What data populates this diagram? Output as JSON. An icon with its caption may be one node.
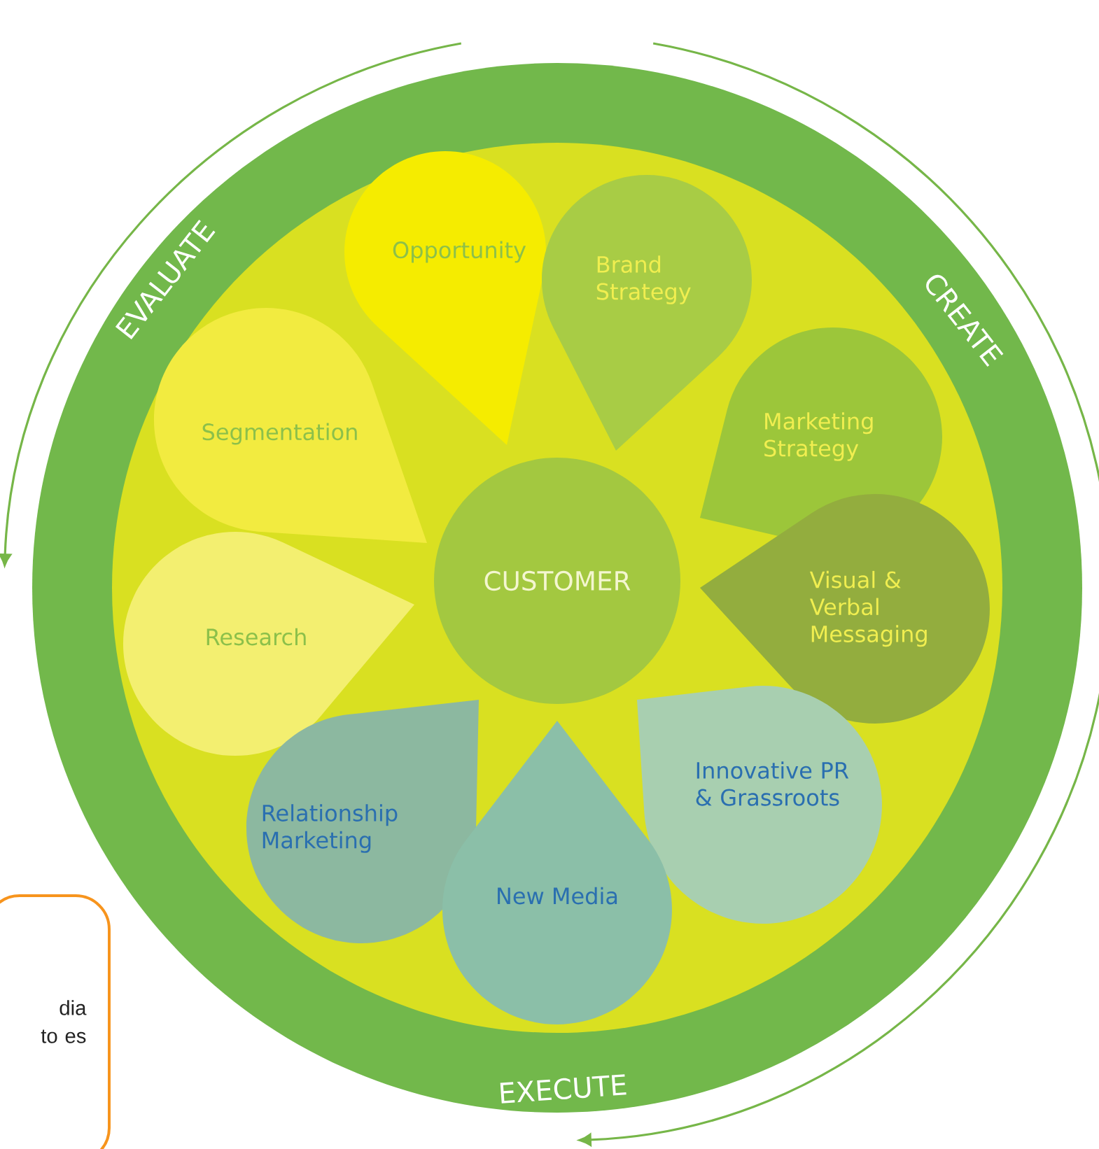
{
  "diagram": {
    "nodes": [
      {
        "text": [
          "Opportunity"
        ]
      },
      {
        "text": [
          "Brand Strategy"
        ]
      },
      {
        "text": [
          "Segmentation"
        ]
      },
      {
        "text": [
          "Marketing Strategy"
        ]
      },
      {
        "text": [
          "CUSTOMER"
        ]
      },
      {
        "text": [
          "Visual & Verbal Messaging"
        ]
      },
      {
        "text": [
          "Research"
        ]
      },
      {
        "text": [
          "Relationship Marketing"
        ]
      },
      {
        "text": [
          "Innovative PR & Grassroots"
        ]
      },
      {
        "text": [
          "New Media"
        ]
      },
      {
        "text": [
          "dia to es"
        ]
      }
    ],
    "labels": [
      "EVALUATE",
      "CREATE",
      "EXECUTE"
    ]
  }
}
